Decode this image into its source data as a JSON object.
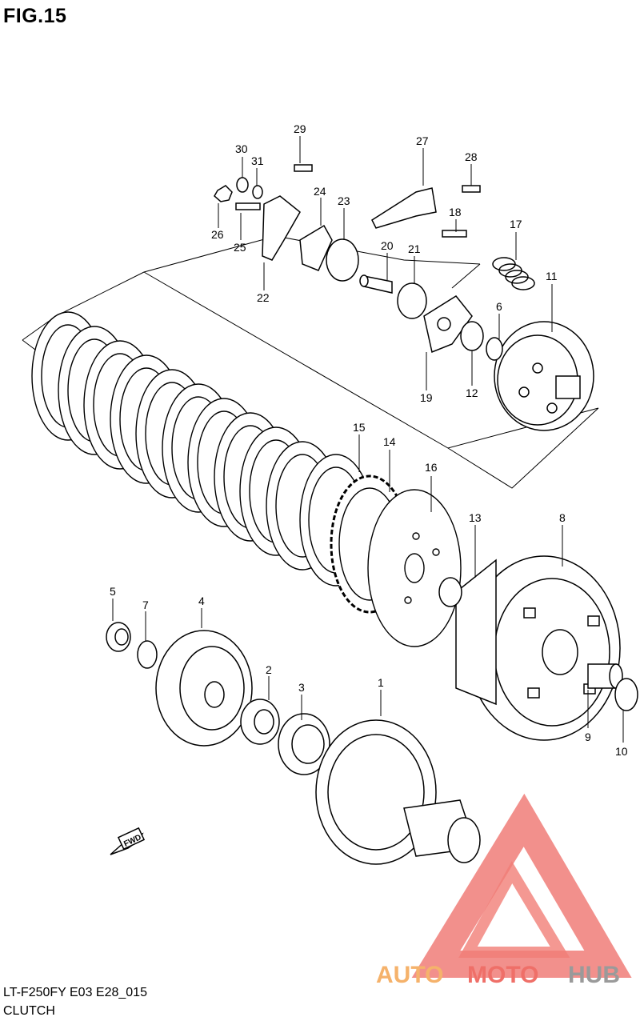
{
  "figure": {
    "title": "FIG.15",
    "model_code": "LT-F250FY E03 E28_015",
    "section": "CLUTCH"
  },
  "fwd_arrow": {
    "label": "FWD",
    "icon": "forward-arrow-icon"
  },
  "watermark": {
    "parts": [
      "AUTO",
      "MOTO",
      "HUB"
    ],
    "colors": {
      "auto": "#f5b26b",
      "moto": "#ef6f68",
      "hub": "#9a9a9a",
      "triangle": "#ef6f68"
    }
  },
  "callouts": [
    {
      "id": "1",
      "label": "1"
    },
    {
      "id": "2",
      "label": "2"
    },
    {
      "id": "3",
      "label": "3"
    },
    {
      "id": "4",
      "label": "4"
    },
    {
      "id": "5",
      "label": "5"
    },
    {
      "id": "6",
      "label": "6"
    },
    {
      "id": "7",
      "label": "7"
    },
    {
      "id": "8",
      "label": "8"
    },
    {
      "id": "9",
      "label": "9"
    },
    {
      "id": "10",
      "label": "10"
    },
    {
      "id": "11",
      "label": "11"
    },
    {
      "id": "12",
      "label": "12"
    },
    {
      "id": "13",
      "label": "13"
    },
    {
      "id": "14",
      "label": "14"
    },
    {
      "id": "15",
      "label": "15"
    },
    {
      "id": "16",
      "label": "16"
    },
    {
      "id": "17",
      "label": "17"
    },
    {
      "id": "18",
      "label": "18"
    },
    {
      "id": "19",
      "label": "19"
    },
    {
      "id": "20",
      "label": "20"
    },
    {
      "id": "21",
      "label": "21"
    },
    {
      "id": "22",
      "label": "22"
    },
    {
      "id": "23",
      "label": "23"
    },
    {
      "id": "24",
      "label": "24"
    },
    {
      "id": "25",
      "label": "25"
    },
    {
      "id": "26",
      "label": "26"
    },
    {
      "id": "27",
      "label": "27"
    },
    {
      "id": "28",
      "label": "28"
    },
    {
      "id": "29",
      "label": "29"
    },
    {
      "id": "30",
      "label": "30"
    },
    {
      "id": "31",
      "label": "31"
    }
  ]
}
